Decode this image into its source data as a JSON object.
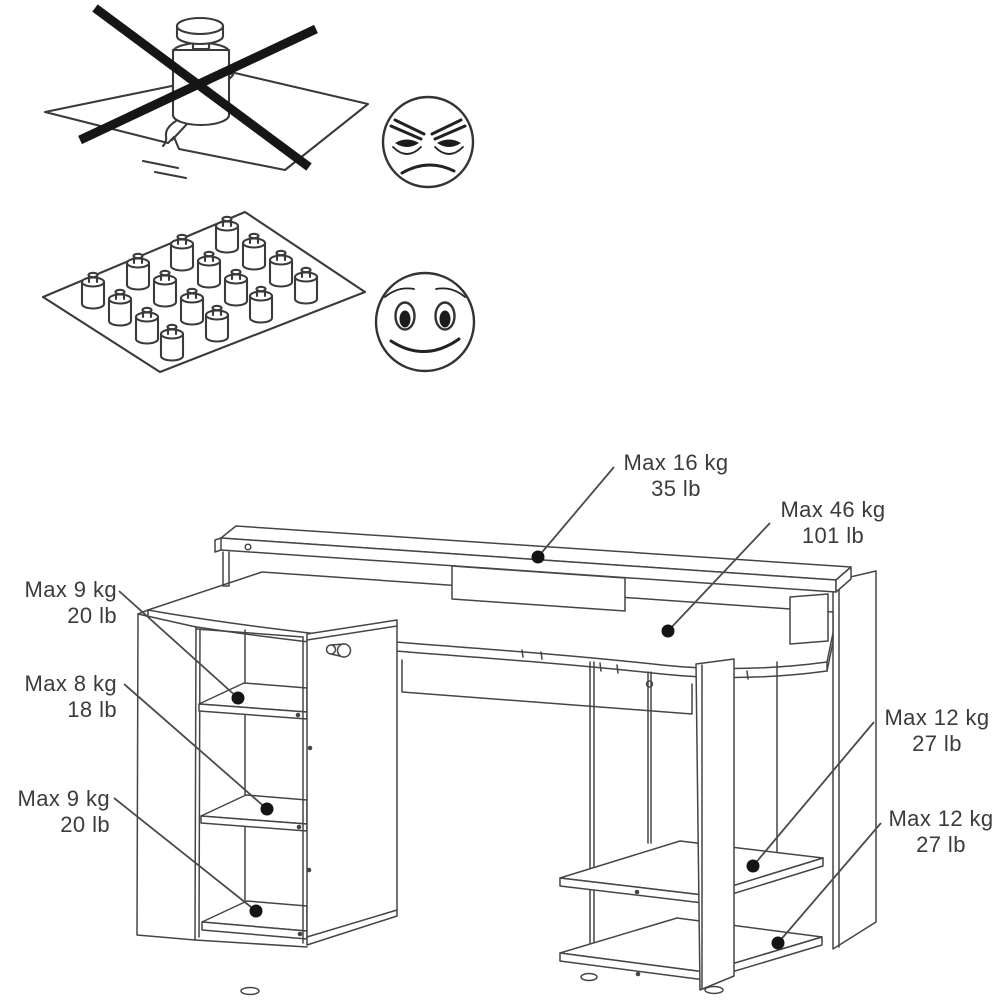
{
  "colors": {
    "ink": "#3b3b3b",
    "line": "#454545",
    "leader": "#4a4a4a",
    "cross": "#161616",
    "dot": "#141414"
  },
  "figures": {
    "incorrect": {
      "icon": "crossed-out-single-heavy-weight-on-board",
      "face": "angry-face"
    },
    "correct": {
      "icon": "evenly-distributed-small-weights-on-board",
      "face": "happy-face"
    }
  },
  "weight_limits": [
    {
      "id": "top-shelf",
      "line1": "Max 16 kg",
      "line2": "35 lb"
    },
    {
      "id": "desktop",
      "line1": "Max 46 kg",
      "line2": "101 lb"
    },
    {
      "id": "left-shelf-top",
      "line1": "Max 9 kg",
      "line2": "20 lb"
    },
    {
      "id": "left-shelf-middle",
      "line1": "Max 8 kg",
      "line2": "18 lb"
    },
    {
      "id": "left-shelf-bottom",
      "line1": "Max 9 kg",
      "line2": "20 lb"
    },
    {
      "id": "right-shelf-upper",
      "line1": "Max 12 kg",
      "line2": "27 lb"
    },
    {
      "id": "right-shelf-lower",
      "line1": "Max 12 kg",
      "line2": "27 lb"
    }
  ]
}
